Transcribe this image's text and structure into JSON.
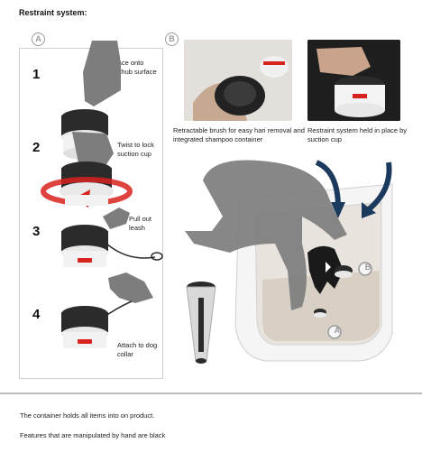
{
  "title": "Restraint system:",
  "labels": {
    "a": "A",
    "b": "B"
  },
  "steps": [
    {
      "num": "1",
      "caption": "Place onto bathub surface"
    },
    {
      "num": "2",
      "caption": "Twist to lock suction cup"
    },
    {
      "num": "3",
      "caption": "Pull out leash"
    },
    {
      "num": "4",
      "caption": "Attach to dog collar"
    }
  ],
  "photo_captions": {
    "left": "Retractable brush for easy hari removal and integrated shampoo container",
    "right": "Restraint system held in place by suction cup"
  },
  "notes": [
    "The container holds all items into on product.",
    "Features that are manipulated by hand are black"
  ],
  "colors": {
    "accent_red": "#d8221e",
    "device_dark": "#2b2b2b",
    "hand_gray": "#7d7d7d"
  }
}
